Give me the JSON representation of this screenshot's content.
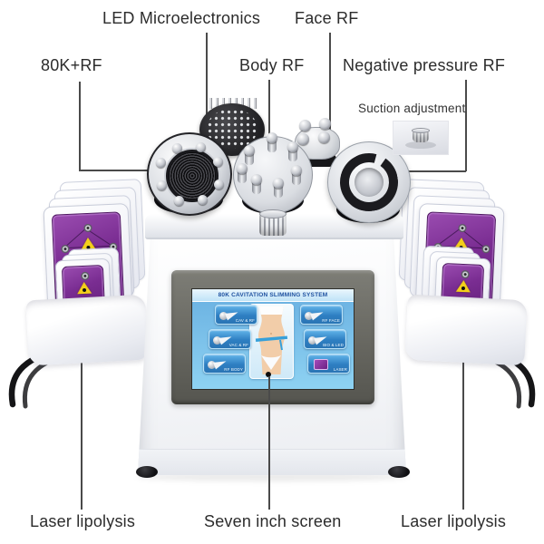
{
  "page": {
    "background": "#ffffff"
  },
  "colors": {
    "label_text": "#2c2c2c",
    "callout_line": "#4a4a4a",
    "pad_purple": "#7a2d92",
    "pad_triangle_yellow": "#f3cf1a",
    "screen_blue": "#69b0e1",
    "screen_title_text": "#1c4f9f",
    "bezel_gray": "#66665f",
    "machine_white": "#f7f8fa"
  },
  "callouts": {
    "led_microelectronics": "LED Microelectronics",
    "face_rf": "Face RF",
    "k80_rf": "80K+RF",
    "body_rf": "Body RF",
    "negative_pressure_rf": "Negative pressure RF",
    "suction_adjustment": "Suction adjustment",
    "laser_lipolysis_left": "Laser lipolysis",
    "seven_inch_screen": "Seven inch screen",
    "laser_lipolysis_right": "Laser lipolysis"
  },
  "device_screen": {
    "title": "80K CAVITATION SLIMMING SYSTEM",
    "buttons": [
      {
        "label": "CAV & RF"
      },
      {
        "label": "VAC & RF"
      },
      {
        "label": "RF BODY"
      },
      {
        "label": "RF FACE"
      },
      {
        "label": "BIO & LED"
      },
      {
        "label": "LASER"
      }
    ]
  },
  "icons": {
    "laser_warning": "yellow warning triangle",
    "callout_dot": "black circle marker"
  }
}
